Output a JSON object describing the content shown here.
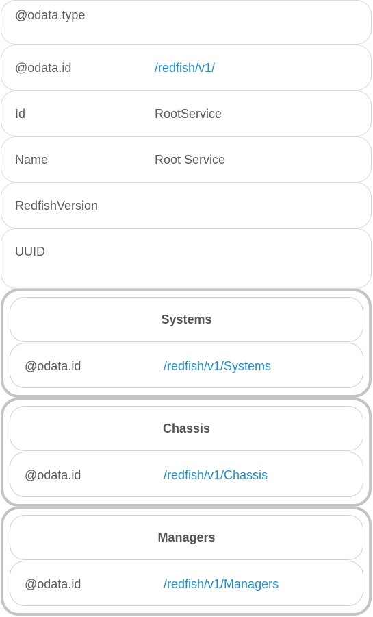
{
  "properties": [
    {
      "key": "@odata.type",
      "value": ""
    },
    {
      "key": "@odata.id",
      "value": "/redfish/v1/",
      "link": true
    },
    {
      "key": "Id",
      "value": "RootService"
    },
    {
      "key": "Name",
      "value": "Root Service"
    },
    {
      "key": "RedfishVersion",
      "value": ""
    },
    {
      "key": "UUID",
      "value": ""
    }
  ],
  "groups": [
    {
      "title": "Systems",
      "key": "@odata.id",
      "value": "/redfish/v1/Systems"
    },
    {
      "title": "Chassis",
      "key": "@odata.id",
      "value": "/redfish/v1/Chassis"
    },
    {
      "title": "Managers",
      "key": "@odata.id",
      "value": "/redfish/v1/Managers"
    }
  ],
  "colors": {
    "link": "#1e8fd6",
    "text": "#5c5c5c",
    "border": "#d7d7d7",
    "group_border": "#c4c4c4"
  }
}
